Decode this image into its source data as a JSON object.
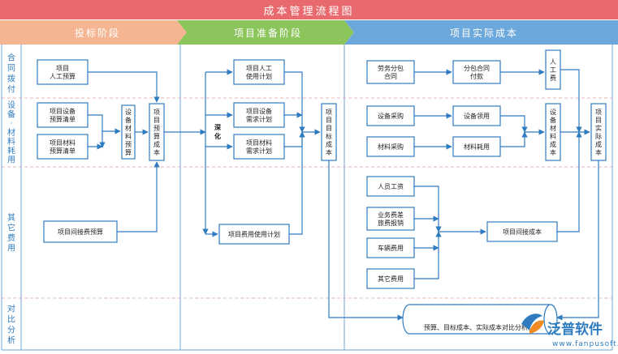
{
  "title": "成本管理流程图",
  "phases": [
    {
      "id": "p1",
      "label": "投标阶段",
      "color": "#f6b592"
    },
    {
      "id": "p2",
      "label": "项目准备阶段",
      "color": "#8cc55c"
    },
    {
      "id": "p3",
      "label": "项目实际成本",
      "color": "#6ca8db"
    }
  ],
  "lanes": [
    {
      "id": "l1",
      "label": "合同拨付"
    },
    {
      "id": "l2",
      "label": "设备·材料耗用"
    },
    {
      "id": "l3",
      "label": "其它费用"
    },
    {
      "id": "l4",
      "label": "对比分析"
    }
  ],
  "nodes": {
    "bid_labor": {
      "label": [
        "项目",
        "人工预算"
      ]
    },
    "bid_equip": {
      "label": [
        "项目设备",
        "预算清单"
      ]
    },
    "bid_mat": {
      "label": [
        "项目材料",
        "预算清单"
      ]
    },
    "bid_equip_mat": {
      "label": "设备材料预算",
      "vertical": true
    },
    "bid_budget": {
      "label": "项目预算成本",
      "vertical": true
    },
    "bid_indirect": {
      "label": "项目间接费预算"
    },
    "prep_labor": {
      "label": [
        "项目人工",
        "使用计划"
      ]
    },
    "prep_equip": {
      "label": [
        "项目设备",
        "需求计划"
      ]
    },
    "prep_mat": {
      "label": [
        "项目材料",
        "需求计划"
      ]
    },
    "prep_fee": {
      "label": "项目费用使用计划"
    },
    "prep_target": {
      "label": "项目目标成本",
      "vertical": true
    },
    "act_subcontract": {
      "label": [
        "劳务分包",
        "合同"
      ]
    },
    "act_subpay": {
      "label": [
        "分包合同",
        "付款"
      ]
    },
    "act_labor": {
      "label": "人工费",
      "vertical": true
    },
    "act_equip_buy": {
      "label": "设备采购"
    },
    "act_equip_use": {
      "label": "设备领用"
    },
    "act_mat_buy": {
      "label": "材料采购"
    },
    "act_mat_use": {
      "label": "材料耗用"
    },
    "act_equip_mat": {
      "label": "设备材料成本",
      "vertical": true
    },
    "act_actual": {
      "label": "项目实际成本",
      "vertical": true
    },
    "act_wage": {
      "label": "人员工资"
    },
    "act_travel": {
      "label": [
        "业务费差",
        "旅费报销"
      ]
    },
    "act_vehicle": {
      "label": "车辆费用"
    },
    "act_other": {
      "label": "其它费用"
    },
    "act_indirect": {
      "label": "项目间接成本"
    }
  },
  "annotations": {
    "deepen": "深化"
  },
  "comparison": {
    "label": "预算、目标成本、实际成本对比分析"
  },
  "brand": {
    "name": "泛普软件",
    "url": "www.fanpusoft.com",
    "logo": "fanpu-logo-icon"
  },
  "colors": {
    "title_bg": "#e86a6e",
    "line": "#2f7bbf",
    "lane_text": "#2f7bbf",
    "node_border": "#2f7bbf",
    "separator": "#e2a0a0",
    "brand_blue": "#2f7bbf",
    "brand_orange": "#f08a24"
  }
}
